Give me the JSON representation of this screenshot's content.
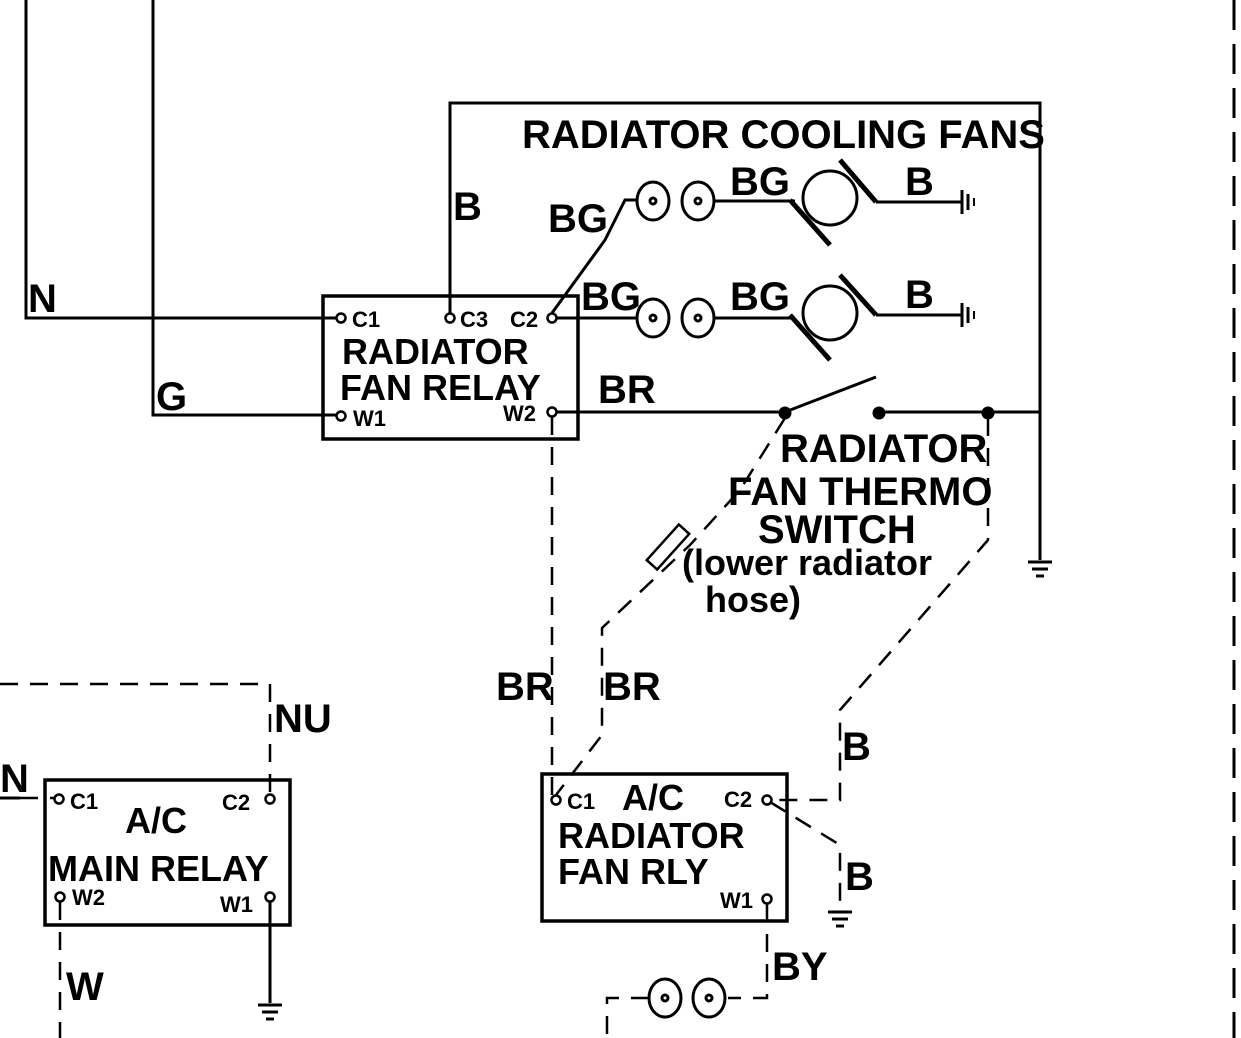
{
  "title": "RADIATOR COOLING FANS",
  "relays": {
    "radiator_fan_relay": {
      "line1": "RADIATOR",
      "line2": "FAN RELAY",
      "pins": {
        "c1": "C1",
        "c3": "C3",
        "c2": "C2",
        "w1": "W1",
        "w2": "W2"
      }
    },
    "ac_main_relay": {
      "line1": "A/C",
      "line2": "MAIN RELAY",
      "pins": {
        "c1": "C1",
        "c2": "C2",
        "w2": "W2",
        "w1": "W1"
      }
    },
    "ac_radiator_fan_rly": {
      "line1": "A/C",
      "line2": "RADIATOR",
      "line3": "FAN RLY",
      "pins": {
        "c1": "C1",
        "c2": "C2",
        "w1": "W1"
      }
    }
  },
  "thermo_switch": {
    "line1": "RADIATOR",
    "line2": "FAN THERMO",
    "line3": "SWITCH",
    "line4": "(lower radiator",
    "line5": "hose)"
  },
  "wire_labels": {
    "n_top": "N",
    "g": "G",
    "b_c3": "B",
    "bg_c2_upper": "BG",
    "bg_c2_lower": "BG",
    "bg_fan1": "BG",
    "bg_fan2": "BG",
    "b_fan1": "B",
    "b_fan2": "B",
    "br_w2": "BR",
    "br_left": "BR",
    "br_right": "BR",
    "nu": "NU",
    "n_left": "N",
    "b_c2_up": "B",
    "b_c2_down": "B",
    "w": "W",
    "by": "BY"
  }
}
